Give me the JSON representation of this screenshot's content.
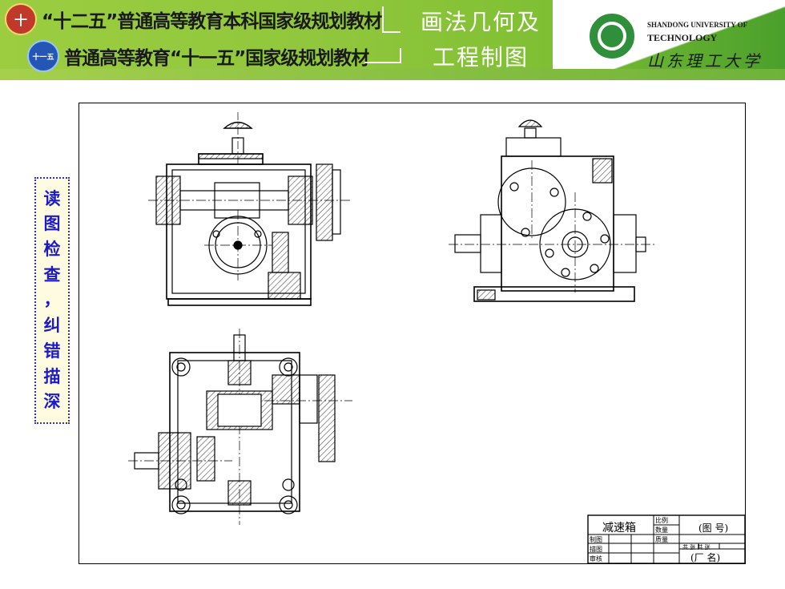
{
  "header": {
    "line1": "“十二五”普通高等教育本科国家级规划教材",
    "line2": "普通高等教育“十一五”国家级规划教材",
    "badge1_glyph": "十",
    "badge2_glyph": "十一五",
    "book_title_1": "画法几何及",
    "book_title_2": "工程制图",
    "university_en_1": "SHANDONG UNIVERSITY OF",
    "university_en_2": "TECHNOLOGY",
    "university_cn": "山东理工大学",
    "colors": {
      "banner_green": "#8fc63b",
      "banner_dark": "#4aa02c",
      "side_text": "#1a1acc"
    }
  },
  "side_label": {
    "chars": [
      "读",
      "图",
      "检",
      "查",
      "，",
      "纠",
      "错",
      "描",
      "深"
    ]
  },
  "title_block": {
    "name": "减速箱",
    "scale_label": "比例",
    "quantity_label": "数量",
    "material_label": "质量",
    "drawing_no": "(图  号)",
    "sheets": "共 张 共 张",
    "drawn": "制图",
    "traced": "描图",
    "checked": "审核",
    "factory": "(厂  名)"
  }
}
